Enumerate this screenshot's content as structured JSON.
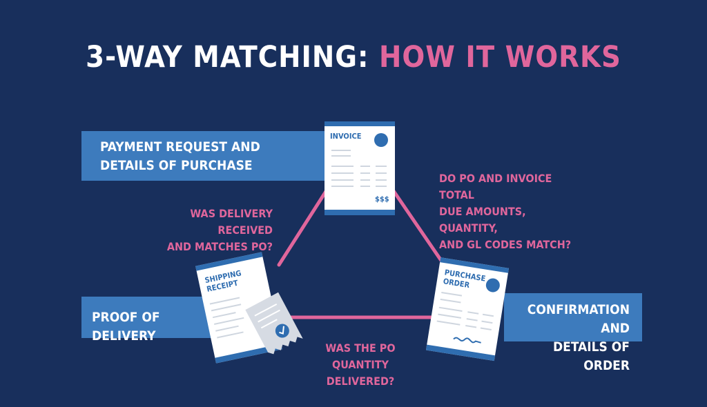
{
  "title": {
    "main": "3-WAY MATCHING:",
    "accent": "HOW IT WORKS"
  },
  "colors": {
    "background": "#182f5c",
    "accent_pink": "#e0669c",
    "banner_blue": "#3d7bbd",
    "document_blue": "#2f6db0"
  },
  "banners": {
    "payment": {
      "line1": "PAYMENT REQUEST AND",
      "line2": "DETAILS OF PURCHASE"
    },
    "proof": {
      "line1": "PROOF OF DELIVERY"
    },
    "confirmation": {
      "line1": "CONFIRMATION AND",
      "line2": "DETAILS OF ORDER"
    }
  },
  "questions": {
    "delivery": {
      "line1": "WAS DELIVERY RECEIVED",
      "line2": "AND MATCHES PO?"
    },
    "totals": {
      "line1": "DO PO AND INVOICE TOTAL",
      "line2": "DUE AMOUNTS, QUANTITY,",
      "line3": "AND GL CODES MATCH?"
    },
    "quantity": {
      "line1": "WAS THE PO",
      "line2": "QUANTITY DELIVERED?"
    }
  },
  "documents": {
    "invoice": {
      "label": "INVOICE",
      "amount": "$$$",
      "icon": "invoice-document-icon"
    },
    "shipping": {
      "line1": "SHIPPING",
      "line2": "RECEIPT",
      "icon": "shipping-receipt-document-icon",
      "overlay_icon": "check-receipt-icon"
    },
    "purchase": {
      "line1": "PURCHASE",
      "line2": "ORDER",
      "icon": "purchase-order-document-icon"
    }
  }
}
